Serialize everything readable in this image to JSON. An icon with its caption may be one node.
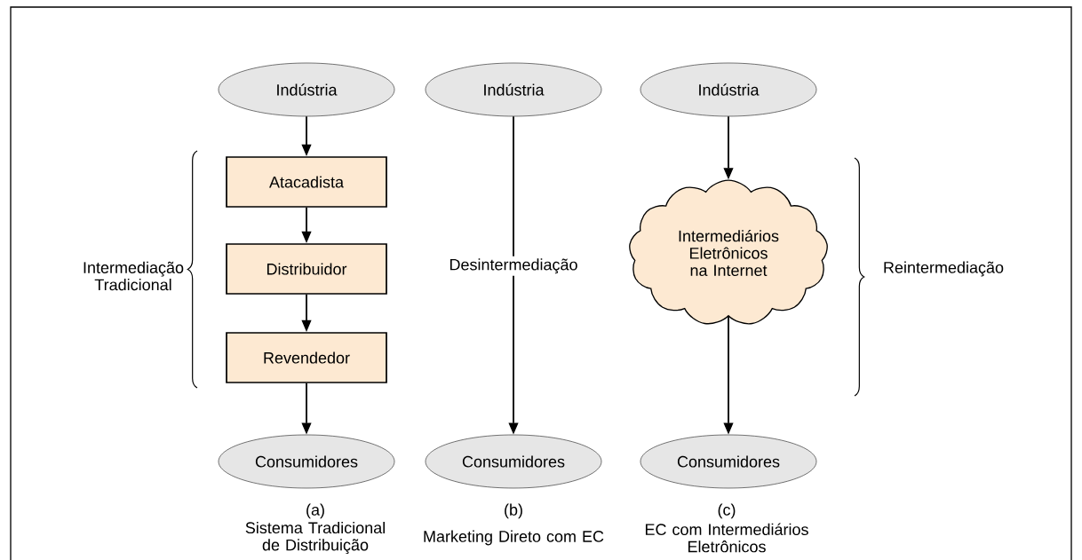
{
  "diagram": {
    "nodes": [
      {
        "text": [
          "Indústria"
        ]
      },
      {
        "text": [
          "Atacadista"
        ]
      },
      {
        "text": [
          "Distribuidor"
        ]
      },
      {
        "text": [
          "Revendedor"
        ]
      },
      {
        "text": [
          "Consumidores"
        ]
      },
      {
        "text": [
          "Indústria"
        ]
      },
      {
        "text": [
          "Consumidores"
        ]
      },
      {
        "text": [
          "Indústria"
        ]
      },
      {
        "text": [
          "Intermediários Eletrônicos na Internet"
        ]
      },
      {
        "text": [
          "Consumidores"
        ]
      }
    ],
    "edges": [
      {
        "from": 0,
        "to": 1,
        "arrow": "to"
      },
      {
        "from": 1,
        "to": 2,
        "arrow": "to"
      },
      {
        "from": 2,
        "to": 3,
        "arrow": "to"
      },
      {
        "from": 3,
        "to": 4,
        "arrow": "to"
      },
      {
        "from": 5,
        "to": 6,
        "arrow": "to",
        "label": "Desintermediação"
      },
      {
        "from": 7,
        "to": 8,
        "arrow": "to"
      },
      {
        "from": 8,
        "to": 9,
        "arrow": "to"
      }
    ],
    "labels": [
      "Intermediação Tradicional",
      "Reintermediação",
      "(a)",
      "Sistema Tradicional de Distribuição",
      "(b)",
      "Marketing Direto com EC",
      "(c)",
      "EC com Intermediários Eletrônicos"
    ]
  }
}
